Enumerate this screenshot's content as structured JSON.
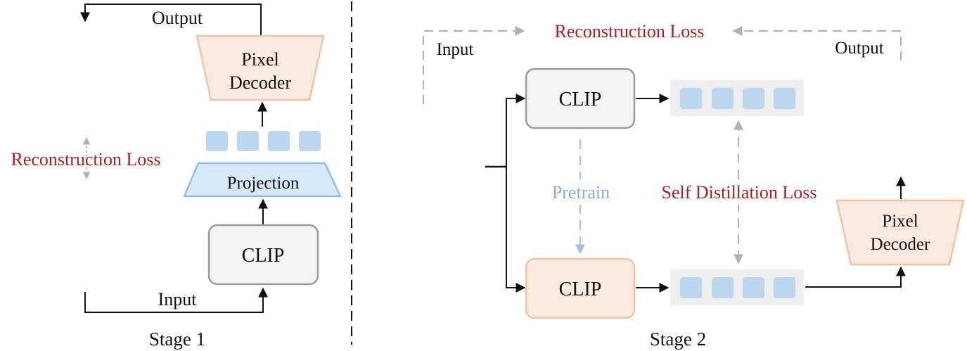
{
  "stage1": {
    "output_label": "Output",
    "decoder_label_line1": "Pixel",
    "decoder_label_line2": "Decoder",
    "recon_loss_label": "Reconstruction Loss",
    "projection_label": "Projection",
    "clip_label": "CLIP",
    "input_label": "Input",
    "caption": "Stage 1"
  },
  "stage2": {
    "recon_loss_label": "Reconstruction Loss",
    "input_label": "Input",
    "output_label": "Output",
    "clip_top_label": "CLIP",
    "clip_bottom_label": "CLIP",
    "pretrain_label": "Pretrain",
    "self_distill_label": "Self Distillation Loss",
    "decoder_label_line1": "Pixel",
    "decoder_label_line2": "Decoder",
    "caption": "Stage 2"
  },
  "colors": {
    "loss_red": "#b31b1b",
    "pretrain_blue": "#8fa9cf",
    "token_blue": "#bcd6ee",
    "token_bg": "#eeeeee",
    "decoder_fill": "#fbeae0",
    "decoder_stroke": "#f2c3a3",
    "projection_fill": "#d6e9f8",
    "projection_stroke": "#8ec0e6",
    "clip_fill": "#f3f3f3",
    "clip_stroke": "#9a9a9a",
    "dashed_gray": "#b0b0b0"
  }
}
